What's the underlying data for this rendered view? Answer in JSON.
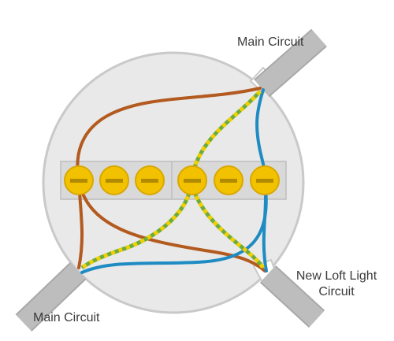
{
  "labels": {
    "top_cable": "Main Circuit",
    "bottom_cable": "Main Circuit",
    "right_cable_line1": "New Loft Light",
    "right_cable_line2": "Circuit"
  },
  "colors": {
    "box_fill": "#e9e9e9",
    "box_edge": "#c9c9c9",
    "terminal_strip": "#d9d9d9",
    "terminal_yellow": "#f2c200",
    "terminal_slot": "#b08a00",
    "cable_sheath": "#b9b9b9",
    "live_brown": "#b35a1f",
    "neutral_blue": "#1e8bc3",
    "earth_green": "#6dab3c",
    "earth_yellow": "#f1d000",
    "label_text": "#3a3a3a"
  },
  "icons": {
    "junction_box": "circular-junction-box",
    "terminal_screws": "screw-terminal-icon"
  }
}
